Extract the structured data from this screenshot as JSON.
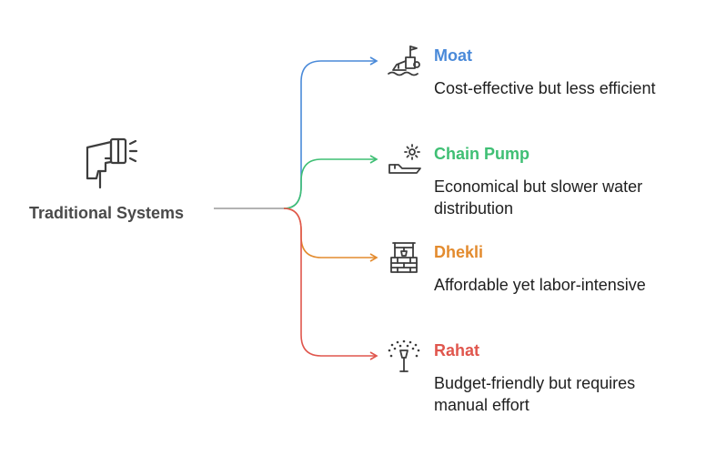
{
  "root": {
    "label": "Traditional Systems",
    "icon": "hose-nozzle-icon"
  },
  "colors": {
    "root_line": "#9a9a9a",
    "icon_stroke": "#3d3d3d",
    "text": "#1f1f1f"
  },
  "branches": [
    {
      "title": "Moat",
      "description": "Cost-effective but less efficient",
      "color": "#4a8ad9",
      "icon": "castle-moat-icon"
    },
    {
      "title": "Chain Pump",
      "description": "Economical but slower water distribution",
      "color": "#3fbf74",
      "icon": "gear-pump-icon"
    },
    {
      "title": "Dhekli",
      "description": "Affordable yet labor-intensive",
      "color": "#e38b2e",
      "icon": "water-well-icon"
    },
    {
      "title": "Rahat",
      "description": "Budget-friendly but requires manual effort",
      "color": "#e0564d",
      "icon": "sprinkler-icon"
    }
  ]
}
